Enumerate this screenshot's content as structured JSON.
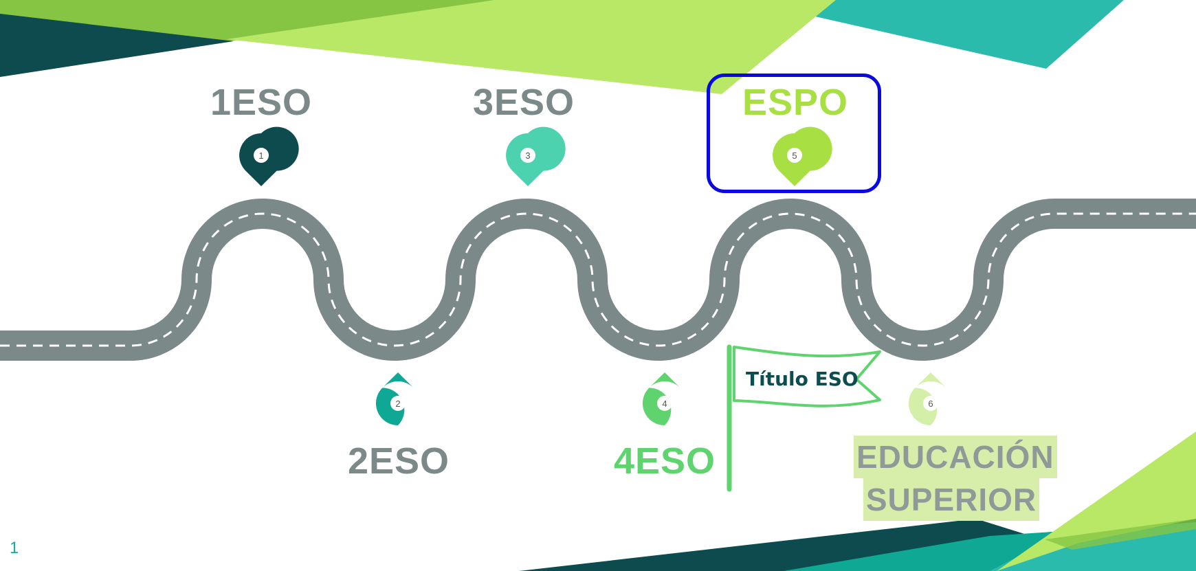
{
  "milestones": [
    {
      "pin": "1",
      "label": "1ESO",
      "color": "#0d4b4e"
    },
    {
      "pin": "2",
      "label": "2ESO",
      "color": "#0fa894"
    },
    {
      "pin": "3",
      "label": "3ESO",
      "color": "#4dd2b0"
    },
    {
      "pin": "4",
      "label": "4ESO",
      "color": "#5fd46e"
    },
    {
      "pin": "5",
      "label": "ESPO",
      "color": "#a8e043"
    },
    {
      "pin": "6",
      "label_line1": "EDUCACIÓN",
      "label_line2": "SUPERIOR",
      "color": "#d4efa7"
    }
  ],
  "flag": {
    "text": "Título ESO",
    "color": "#5fd46e"
  },
  "slide_number": "1",
  "colors": {
    "road": "#7b8a88",
    "road_dash": "#ffffff",
    "dark_teal": "#0d4b4e",
    "teal": "#2bbbad",
    "lime": "#b8e865",
    "green": "#86c544",
    "highlight_border": "#0a0ae0"
  }
}
